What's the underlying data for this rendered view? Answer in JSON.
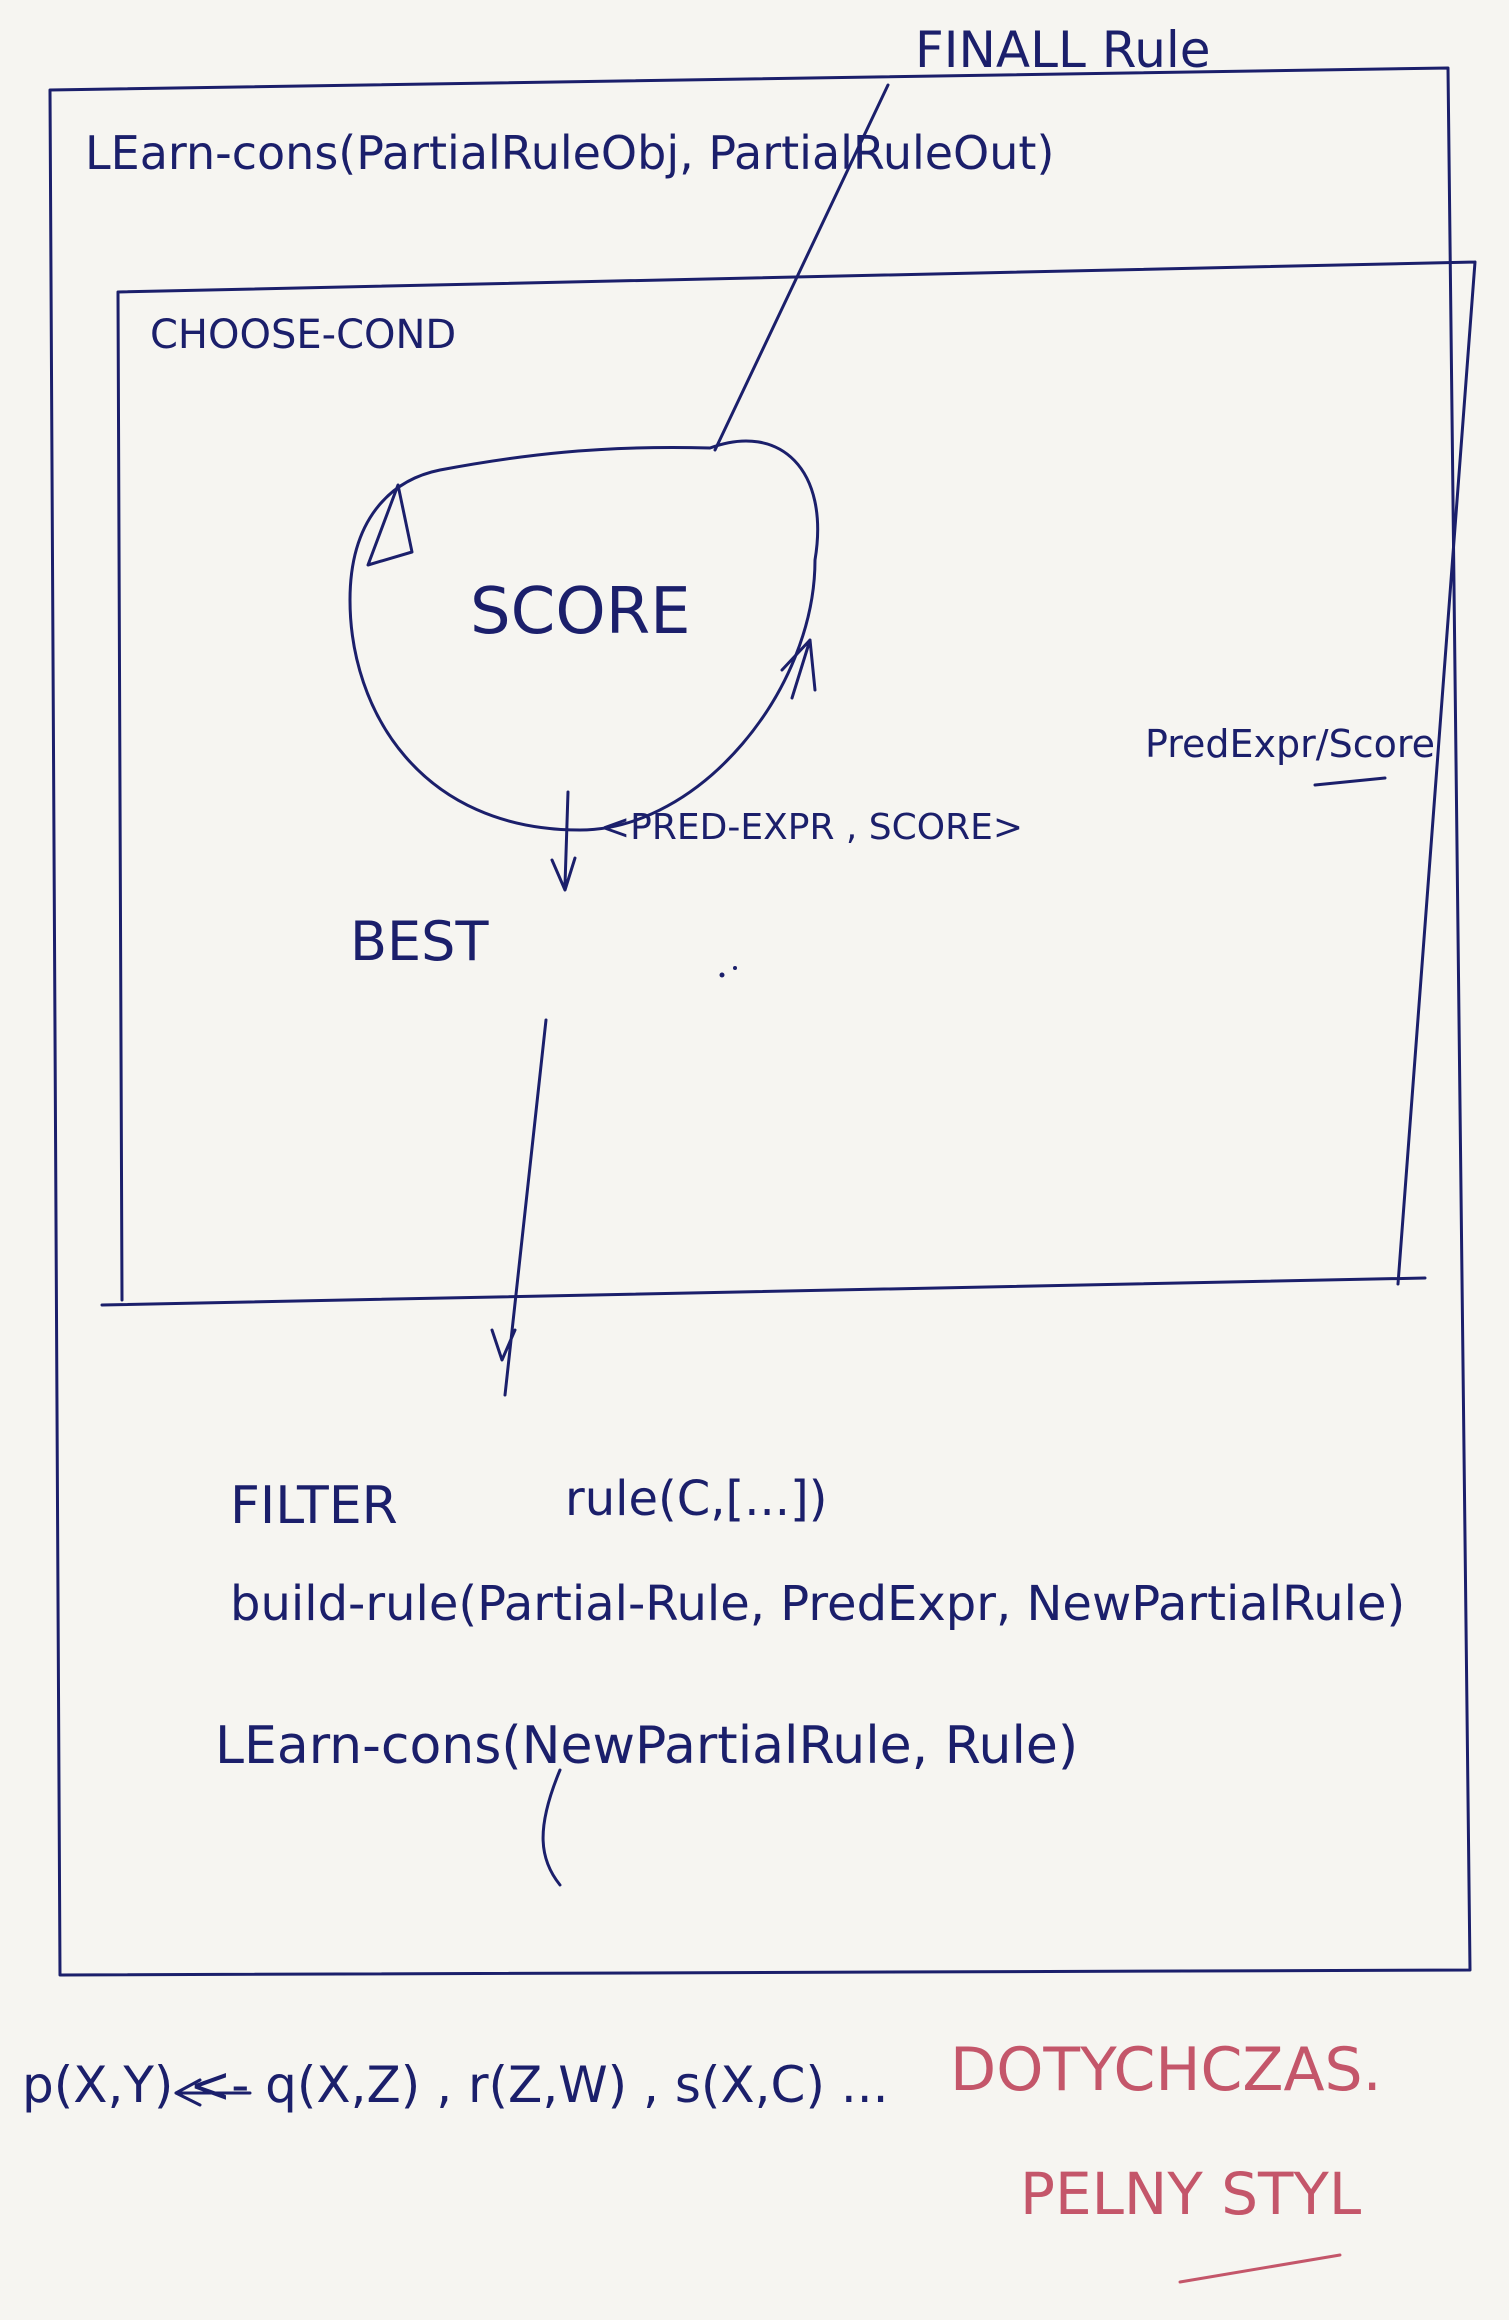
{
  "top_right": {
    "label": "FINALL Rule"
  },
  "outer": {
    "call": "LEarn-cons(PartialRuleObj, PartialRuleOut)"
  },
  "inner": {
    "title": "CHOOSE-COND"
  },
  "loop": {
    "center": "SCORE",
    "output": "<PRED-EXPR , SCORE>",
    "side": "PredExpr/Score",
    "best": "BEST"
  },
  "steps": {
    "filter": "FILTER",
    "filter_rule": "rule(C,[...])",
    "build": "build-rule(Partial-Rule, PredExpr, NewPartialRule)",
    "learn": "LEarn-cons(NewPartialRule, Rule)"
  },
  "clause": {
    "formula": "p(X,Y) <- q(X,Z) , r(Z,W) , s(X,C) ...",
    "note_1": "DOTYCHCZAS.",
    "note_2": "PELNY STYL",
    "colors": {
      "ink": "#1b1f6b",
      "note": "#c4566a"
    }
  }
}
